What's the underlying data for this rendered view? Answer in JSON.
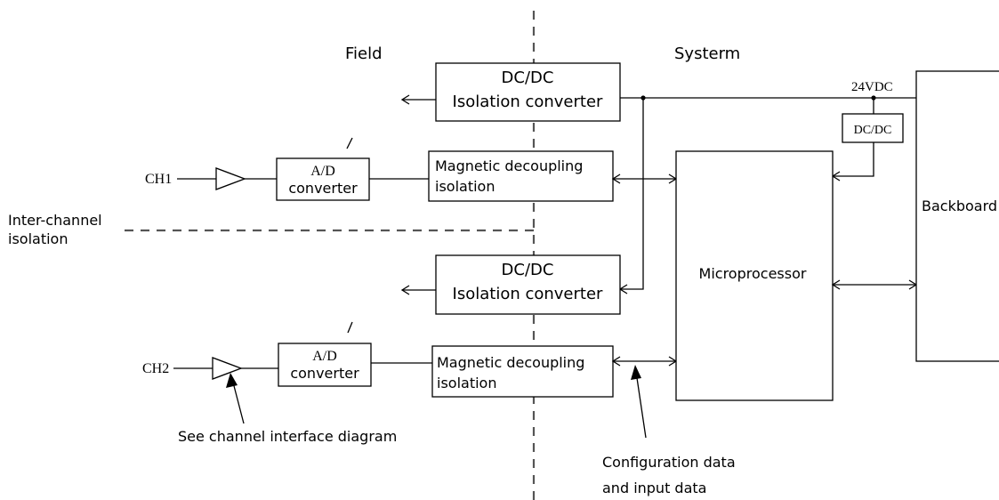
{
  "regions": {
    "field": "Field",
    "system": "Systerm"
  },
  "power": {
    "supply_label": "24VDC",
    "local_dcdc": "DC/DC"
  },
  "isolation_converters": [
    {
      "line1": "DC/DC",
      "line2": "Isolation converter"
    },
    {
      "line1": "DC/DC",
      "line2": "Isolation converter"
    }
  ],
  "channels": [
    {
      "label": "CH1",
      "adc_line1": "A/D",
      "adc_line2": "converter",
      "iso_line1": "Magnetic decoupling",
      "iso_line2": "isolation"
    },
    {
      "label": "CH2",
      "adc_line1": "A/D",
      "adc_line2": "converter",
      "iso_line1": "Magnetic decoupling",
      "iso_line2": "isolation"
    }
  ],
  "processor": "Microprocessor",
  "backboard": "Backboard",
  "annotations": {
    "inter_channel_line1": "Inter-channel",
    "inter_channel_line2": "isolation",
    "channel_interface": "See channel interface diagram",
    "config_line1": "Configuration data",
    "config_line2": "and input data"
  }
}
